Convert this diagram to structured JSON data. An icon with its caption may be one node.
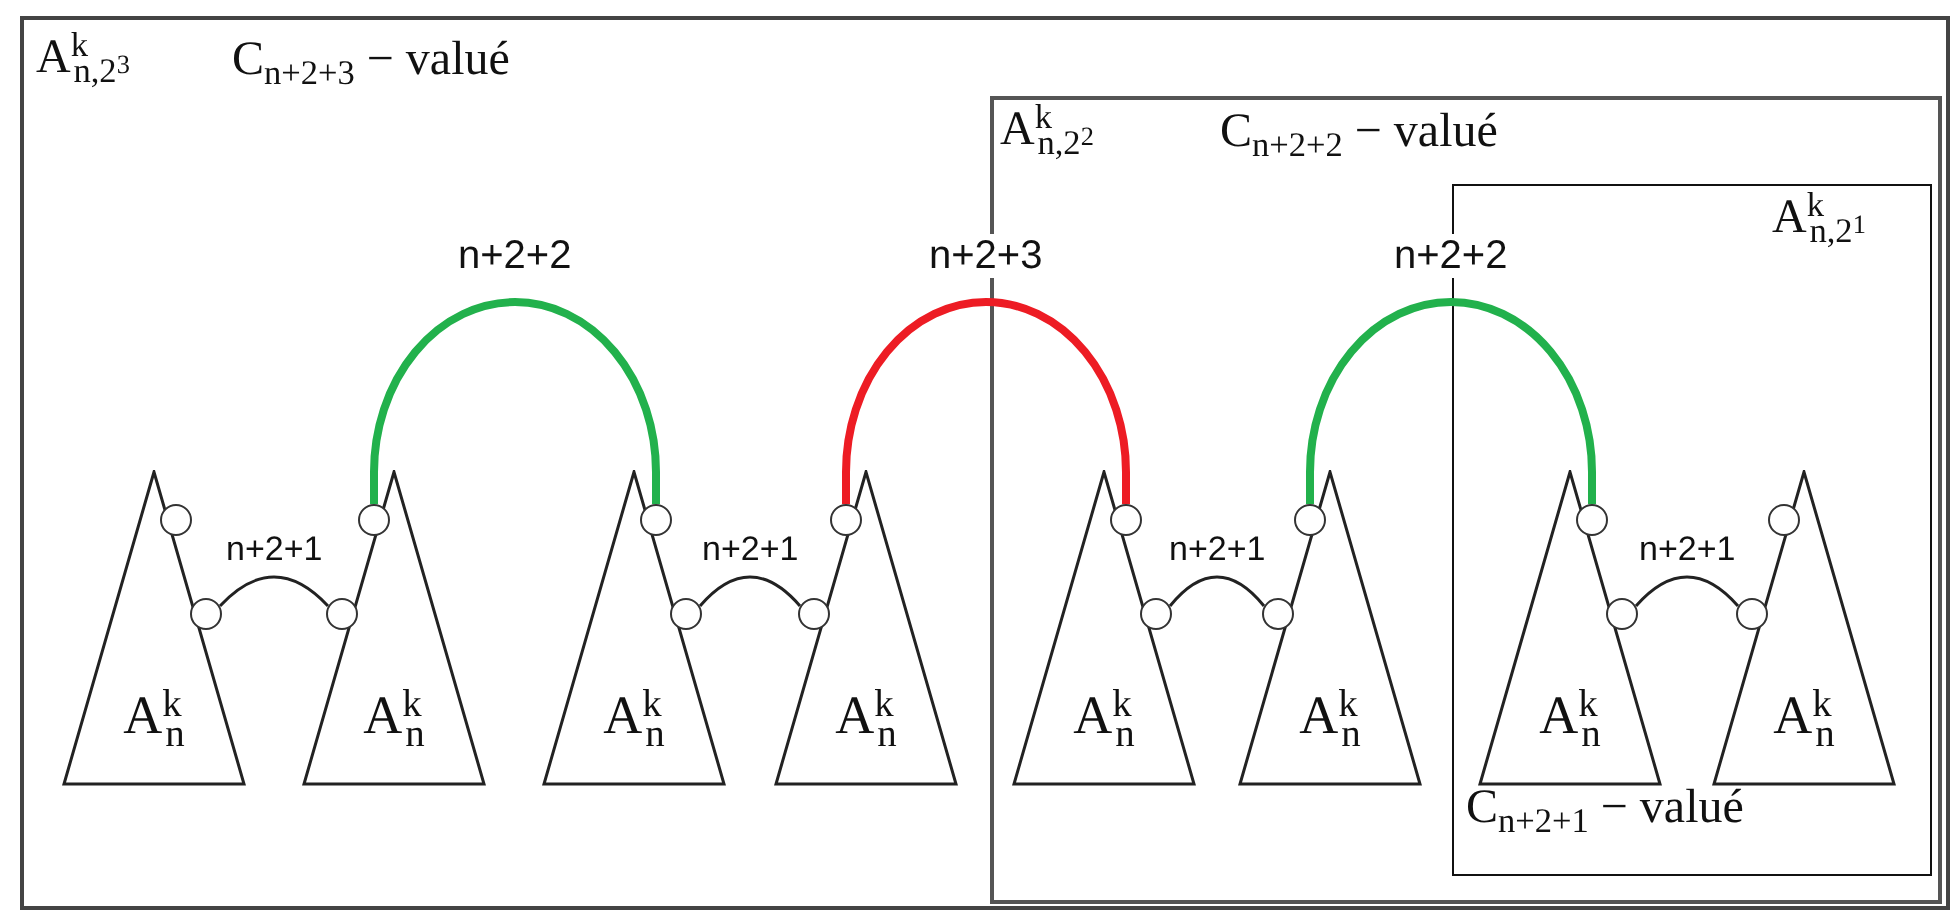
{
  "diagram": {
    "nodes": [
      {
        "text": [
          "A$^{k}$$_{n,2}$$^{3}$",
          "C$_{n+2+3}$ − valué"
        ]
      },
      {
        "text": [
          "A$^{k}$$_{n,2}$$^{2}$",
          "C$_{n+2+2}$ − valué"
        ],
        "in": 0
      },
      {
        "text": [
          "A$^{k}$$_{n,2}$$^{1}$",
          "C$_{n+2+1}$ − valué"
        ],
        "in": 1
      },
      {
        "text": [
          "A$^{k}$$_{n}$"
        ],
        "in": 0
      },
      {
        "text": [
          "A$^{k}$$_{n}$"
        ],
        "in": 0
      },
      {
        "text": [
          "A$^{k}$$_{n}$"
        ],
        "in": 0
      },
      {
        "text": [
          "A$^{k}$$_{n}$"
        ],
        "in": 0
      },
      {
        "text": [
          "A$^{k}$$_{n}$"
        ],
        "in": 1
      },
      {
        "text": [
          "A$^{k}$$_{n}$"
        ],
        "in": 1
      },
      {
        "text": [
          "A$^{k}$$_{n}$"
        ],
        "in": 2
      },
      {
        "text": [
          "A$^{k}$$_{n}$"
        ],
        "in": 2
      },
      {
        "text": [],
        "shape": "circle",
        "in": 0
      },
      {
        "text": [],
        "shape": "circle",
        "in": 0
      },
      {
        "text": [],
        "shape": "circle",
        "in": 0
      },
      {
        "text": [],
        "shape": "circle",
        "in": 0
      },
      {
        "text": [],
        "shape": "circle",
        "in": 0
      },
      {
        "text": [],
        "shape": "circle",
        "in": 0
      },
      {
        "text": [],
        "shape": "circle",
        "in": 0
      },
      {
        "text": [],
        "shape": "circle",
        "in": 0
      },
      {
        "text": [],
        "shape": "circle",
        "in": 1
      },
      {
        "text": [],
        "shape": "circle",
        "in": 1
      },
      {
        "text": [],
        "shape": "circle",
        "in": 1
      },
      {
        "text": [],
        "shape": "circle",
        "in": 1
      },
      {
        "text": [],
        "shape": "circle",
        "in": 2
      },
      {
        "text": [],
        "shape": "circle",
        "in": 2
      },
      {
        "text": [],
        "shape": "circle",
        "in": 2
      },
      {
        "text": [],
        "shape": "circle",
        "in": 2
      }
    ],
    "edges": [
      {
        "from": 12,
        "to": 13,
        "arrow": "none",
        "label": "n+2+1"
      },
      {
        "from": 14,
        "to": 15,
        "arrow": "none",
        "label": "n+2+2",
        "style": "thick",
        "color": "#22b14c"
      },
      {
        "from": 16,
        "to": 17,
        "arrow": "none",
        "label": "n+2+1"
      },
      {
        "from": 18,
        "to": 19,
        "arrow": "none",
        "label": "n+2+3",
        "style": "thick",
        "color": "#ed1c24"
      },
      {
        "from": 20,
        "to": 21,
        "arrow": "none",
        "label": "n+2+1"
      },
      {
        "from": 22,
        "to": 23,
        "arrow": "none",
        "label": "n+2+2",
        "style": "thick",
        "color": "#22b14c"
      },
      {
        "from": 24,
        "to": 25,
        "arrow": "none",
        "label": "n+2+1"
      }
    ]
  }
}
